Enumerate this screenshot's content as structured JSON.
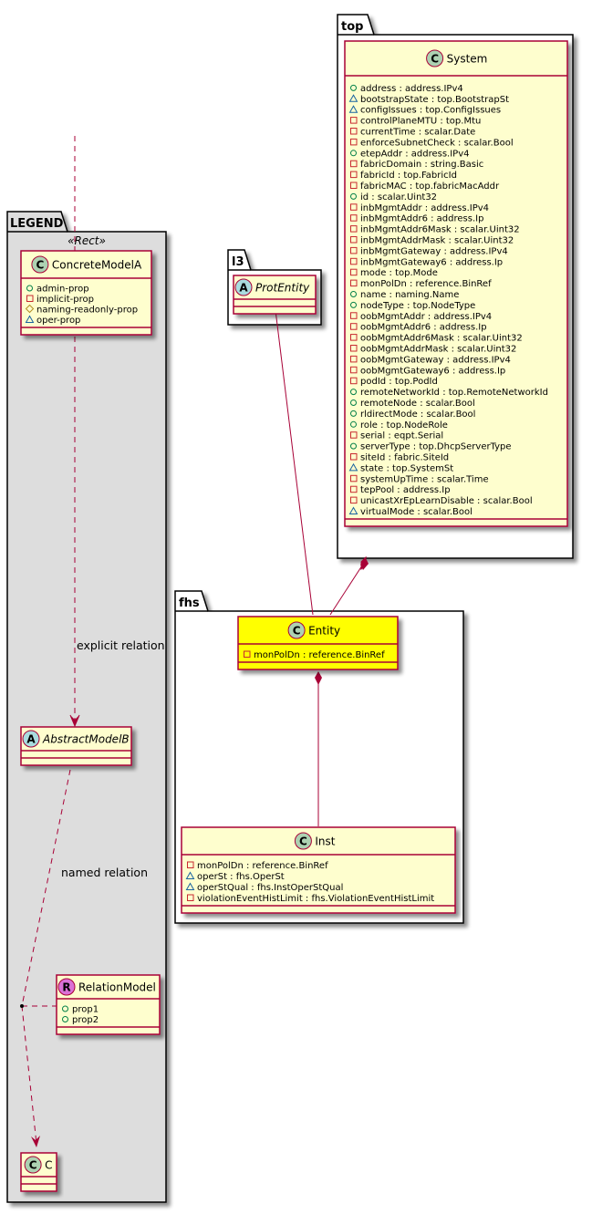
{
  "colors": {
    "class_fill": "#FEFECE",
    "class_border": "#A80036",
    "highlight_fill": "#FFFF00",
    "legend_bg": "#DDDDDD",
    "circle_class": "#ADD1B2",
    "circle_abstract": "#A9DCDF",
    "circle_relation": "#DA70D6",
    "vis_public": "#038048",
    "vis_private": "#C82930",
    "vis_protected": "#B38D22",
    "vis_package": "#1963A0"
  },
  "packages": {
    "top": {
      "name": "top"
    },
    "l3": {
      "name": "l3"
    },
    "fhs": {
      "name": "fhs"
    },
    "legend": {
      "name": "LEGEND",
      "stereotype": "«Rect»"
    }
  },
  "classes": {
    "system": {
      "kind": "C",
      "name": "System",
      "attributes": [
        {
          "vis": "public",
          "text": "address : address.IPv4"
        },
        {
          "vis": "package",
          "text": "bootstrapState : top.BootstrapSt"
        },
        {
          "vis": "package",
          "text": "configIssues : top.ConfigIssues"
        },
        {
          "vis": "private",
          "text": "controlPlaneMTU : top.Mtu"
        },
        {
          "vis": "private",
          "text": "currentTime : scalar.Date"
        },
        {
          "vis": "private",
          "text": "enforceSubnetCheck : scalar.Bool"
        },
        {
          "vis": "public",
          "text": "etepAddr : address.IPv4"
        },
        {
          "vis": "private",
          "text": "fabricDomain : string.Basic"
        },
        {
          "vis": "private",
          "text": "fabricId : top.FabricId"
        },
        {
          "vis": "private",
          "text": "fabricMAC : top.fabricMacAddr"
        },
        {
          "vis": "public",
          "text": "id : scalar.Uint32"
        },
        {
          "vis": "private",
          "text": "inbMgmtAddr : address.IPv4"
        },
        {
          "vis": "private",
          "text": "inbMgmtAddr6 : address.Ip"
        },
        {
          "vis": "private",
          "text": "inbMgmtAddr6Mask : scalar.Uint32"
        },
        {
          "vis": "private",
          "text": "inbMgmtAddrMask : scalar.Uint32"
        },
        {
          "vis": "private",
          "text": "inbMgmtGateway : address.IPv4"
        },
        {
          "vis": "private",
          "text": "inbMgmtGateway6 : address.Ip"
        },
        {
          "vis": "private",
          "text": "mode : top.Mode"
        },
        {
          "vis": "private",
          "text": "monPolDn : reference.BinRef"
        },
        {
          "vis": "public",
          "text": "name : naming.Name"
        },
        {
          "vis": "public",
          "text": "nodeType : top.NodeType"
        },
        {
          "vis": "private",
          "text": "oobMgmtAddr : address.IPv4"
        },
        {
          "vis": "private",
          "text": "oobMgmtAddr6 : address.Ip"
        },
        {
          "vis": "private",
          "text": "oobMgmtAddr6Mask : scalar.Uint32"
        },
        {
          "vis": "private",
          "text": "oobMgmtAddrMask : scalar.Uint32"
        },
        {
          "vis": "private",
          "text": "oobMgmtGateway : address.IPv4"
        },
        {
          "vis": "private",
          "text": "oobMgmtGateway6 : address.Ip"
        },
        {
          "vis": "private",
          "text": "podId : top.PodId"
        },
        {
          "vis": "public",
          "text": "remoteNetworkId : top.RemoteNetworkId"
        },
        {
          "vis": "public",
          "text": "remoteNode : scalar.Bool"
        },
        {
          "vis": "public",
          "text": "rldirectMode : scalar.Bool"
        },
        {
          "vis": "public",
          "text": "role : top.NodeRole"
        },
        {
          "vis": "private",
          "text": "serial : eqpt.Serial"
        },
        {
          "vis": "public",
          "text": "serverType : top.DhcpServerType"
        },
        {
          "vis": "private",
          "text": "siteId : fabric.SiteId"
        },
        {
          "vis": "package",
          "text": "state : top.SystemSt"
        },
        {
          "vis": "private",
          "text": "systemUpTime : scalar.Time"
        },
        {
          "vis": "private",
          "text": "tepPool : address.Ip"
        },
        {
          "vis": "private",
          "text": "unicastXrEpLearnDisable : scalar.Bool"
        },
        {
          "vis": "package",
          "text": "virtualMode : scalar.Bool"
        }
      ]
    },
    "protentity": {
      "kind": "A",
      "name": "ProtEntity",
      "attributes": []
    },
    "entity": {
      "kind": "C",
      "name": "Entity",
      "highlight": true,
      "attributes": [
        {
          "vis": "private",
          "text": "monPolDn : reference.BinRef"
        }
      ]
    },
    "inst": {
      "kind": "C",
      "name": "Inst",
      "attributes": [
        {
          "vis": "private",
          "text": "monPolDn : reference.BinRef"
        },
        {
          "vis": "package",
          "text": "operSt : fhs.OperSt"
        },
        {
          "vis": "package",
          "text": "operStQual : fhs.InstOperStQual"
        },
        {
          "vis": "private",
          "text": "violationEventHistLimit : fhs.ViolationEventHistLimit"
        }
      ]
    },
    "concretemodela": {
      "kind": "C",
      "name": "ConcreteModelA",
      "attributes": [
        {
          "vis": "public",
          "text": "admin-prop"
        },
        {
          "vis": "private",
          "text": "implicit-prop"
        },
        {
          "vis": "protected",
          "text": "naming-readonly-prop"
        },
        {
          "vis": "package",
          "text": "oper-prop"
        }
      ]
    },
    "abstractmodelb": {
      "kind": "A",
      "name": "AbstractModelB",
      "attributes": []
    },
    "relationmodel": {
      "kind": "R",
      "name": "RelationModel",
      "attributes": [
        {
          "vis": "public",
          "text": "prop1"
        },
        {
          "vis": "public",
          "text": "prop2"
        }
      ]
    },
    "c": {
      "kind": "C",
      "name": "C",
      "attributes": []
    }
  },
  "relations": {
    "explicit_label": "explicit relation",
    "named_label": "named relation"
  }
}
